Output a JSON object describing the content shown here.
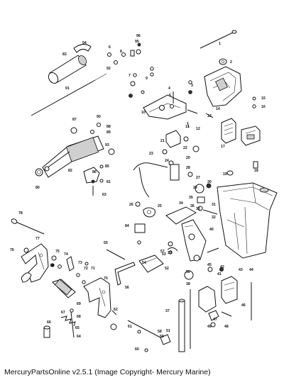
{
  "caption": "MercuryPartsOnline v2.5.1 (Image Copyright- Mercury Marine)",
  "callouts": {
    "c1": "1",
    "c2": "2",
    "c3": "3",
    "c4": "4",
    "c5": "5",
    "c6": "6",
    "c7": "7",
    "c8": "8",
    "c9": "9",
    "c10": "10",
    "c11": "11",
    "c12": "12",
    "c13": "13",
    "c14": "14",
    "c15": "15",
    "c16": "16",
    "c17": "17",
    "c18": "18",
    "c19": "19",
    "c20": "20",
    "c21": "21",
    "c22": "22",
    "c23": "23",
    "c24": "24",
    "c25": "25",
    "c26": "26",
    "c27": "27",
    "c28": "28",
    "c29": "29",
    "c30": "30",
    "c31": "31",
    "c32": "32",
    "c33": "33",
    "c34": "34",
    "c35": "35",
    "c36": "36",
    "c37": "37",
    "c38": "38",
    "c39": "39",
    "c40": "40",
    "c41": "41",
    "c42": "42",
    "c43": "43",
    "c44": "44",
    "c45": "45",
    "c46": "46",
    "c47": "47",
    "c48": "48",
    "c49": "49",
    "c50": "50",
    "c51": "51",
    "c52": "52",
    "c53": "53",
    "c54": "54",
    "c55": "55",
    "c56": "56",
    "c57": "57",
    "c58": "58",
    "c59": "59",
    "c60": "60",
    "c61": "61",
    "c62": "62",
    "c63": "63",
    "c64": "64",
    "c65": "65",
    "c66": "66",
    "c67": "67",
    "c68": "68",
    "c69": "69",
    "c70": "70",
    "c71": "71",
    "c72": "72",
    "c73": "73",
    "c74": "74",
    "c75": "75",
    "c76": "76",
    "c77": "77",
    "c78": "78",
    "c79": "79",
    "c80": "80",
    "c81": "81",
    "c82": "82",
    "c83": "83",
    "c84": "84",
    "c85": "85",
    "c86": "86",
    "c87": "87",
    "c88": "88",
    "c89": "89",
    "c90": "90",
    "c91": "91",
    "c92": "92",
    "c93": "93",
    "c94": "94",
    "c95": "95",
    "c96": "96"
  }
}
